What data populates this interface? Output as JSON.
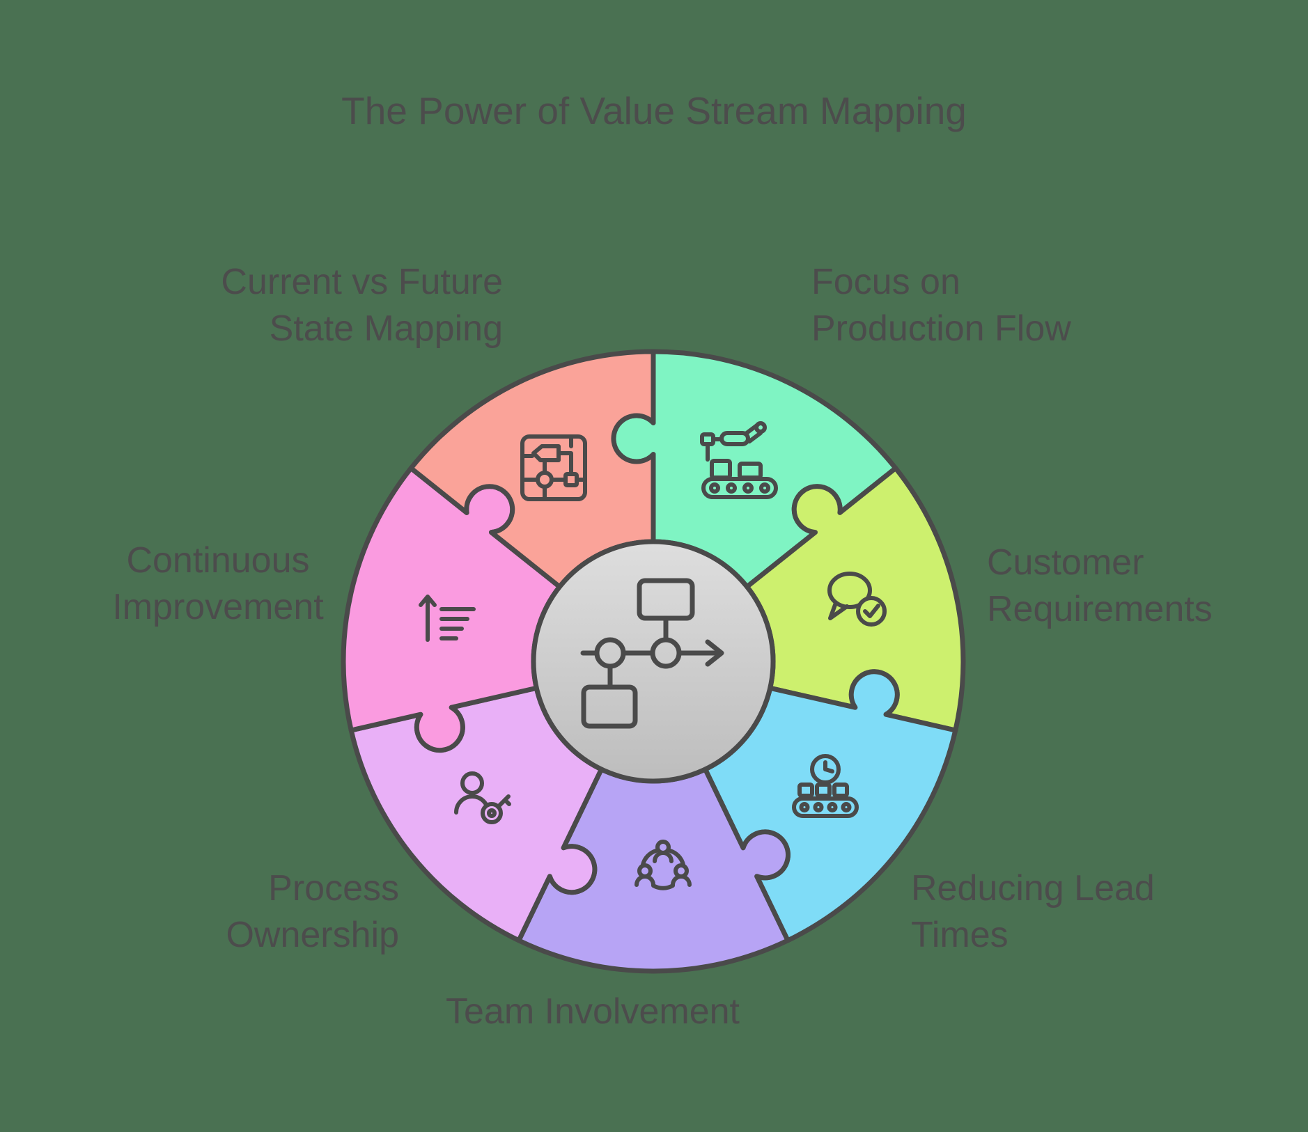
{
  "title": "The Power of Value Stream Mapping",
  "background_color": "#4A7152",
  "outline_color": "#4A4A4A",
  "text_color": "#4C4C4C",
  "center": {
    "icon": "value-stream-flowchart-icon",
    "fill_top": "#DEDEDE",
    "fill_bottom": "#BDBDBD"
  },
  "pieces": [
    {
      "id": "current-vs-future-state-mapping",
      "label": "Current vs Future\nState Mapping",
      "color": "#FAA399",
      "icon": "state-mapping-icon"
    },
    {
      "id": "focus-on-production-flow",
      "label": "Focus on\nProduction Flow",
      "color": "#7FF4C3",
      "icon": "production-flow-icon"
    },
    {
      "id": "customer-requirements",
      "label": "Customer\nRequirements",
      "color": "#CDF06E",
      "icon": "customer-requirements-icon"
    },
    {
      "id": "reducing-lead-times",
      "label": "Reducing Lead\nTimes",
      "color": "#7FDCF7",
      "icon": "lead-time-icon"
    },
    {
      "id": "team-involvement",
      "label": "Team Involvement",
      "color": "#B7A4F5",
      "icon": "team-involvement-icon"
    },
    {
      "id": "process-ownership",
      "label": "Process\nOwnership",
      "color": "#E9B0F7",
      "icon": "process-ownership-icon"
    },
    {
      "id": "continuous-improvement",
      "label": "Continuous\nImprovement",
      "color": "#FA9BE0",
      "icon": "continuous-improvement-icon"
    }
  ]
}
